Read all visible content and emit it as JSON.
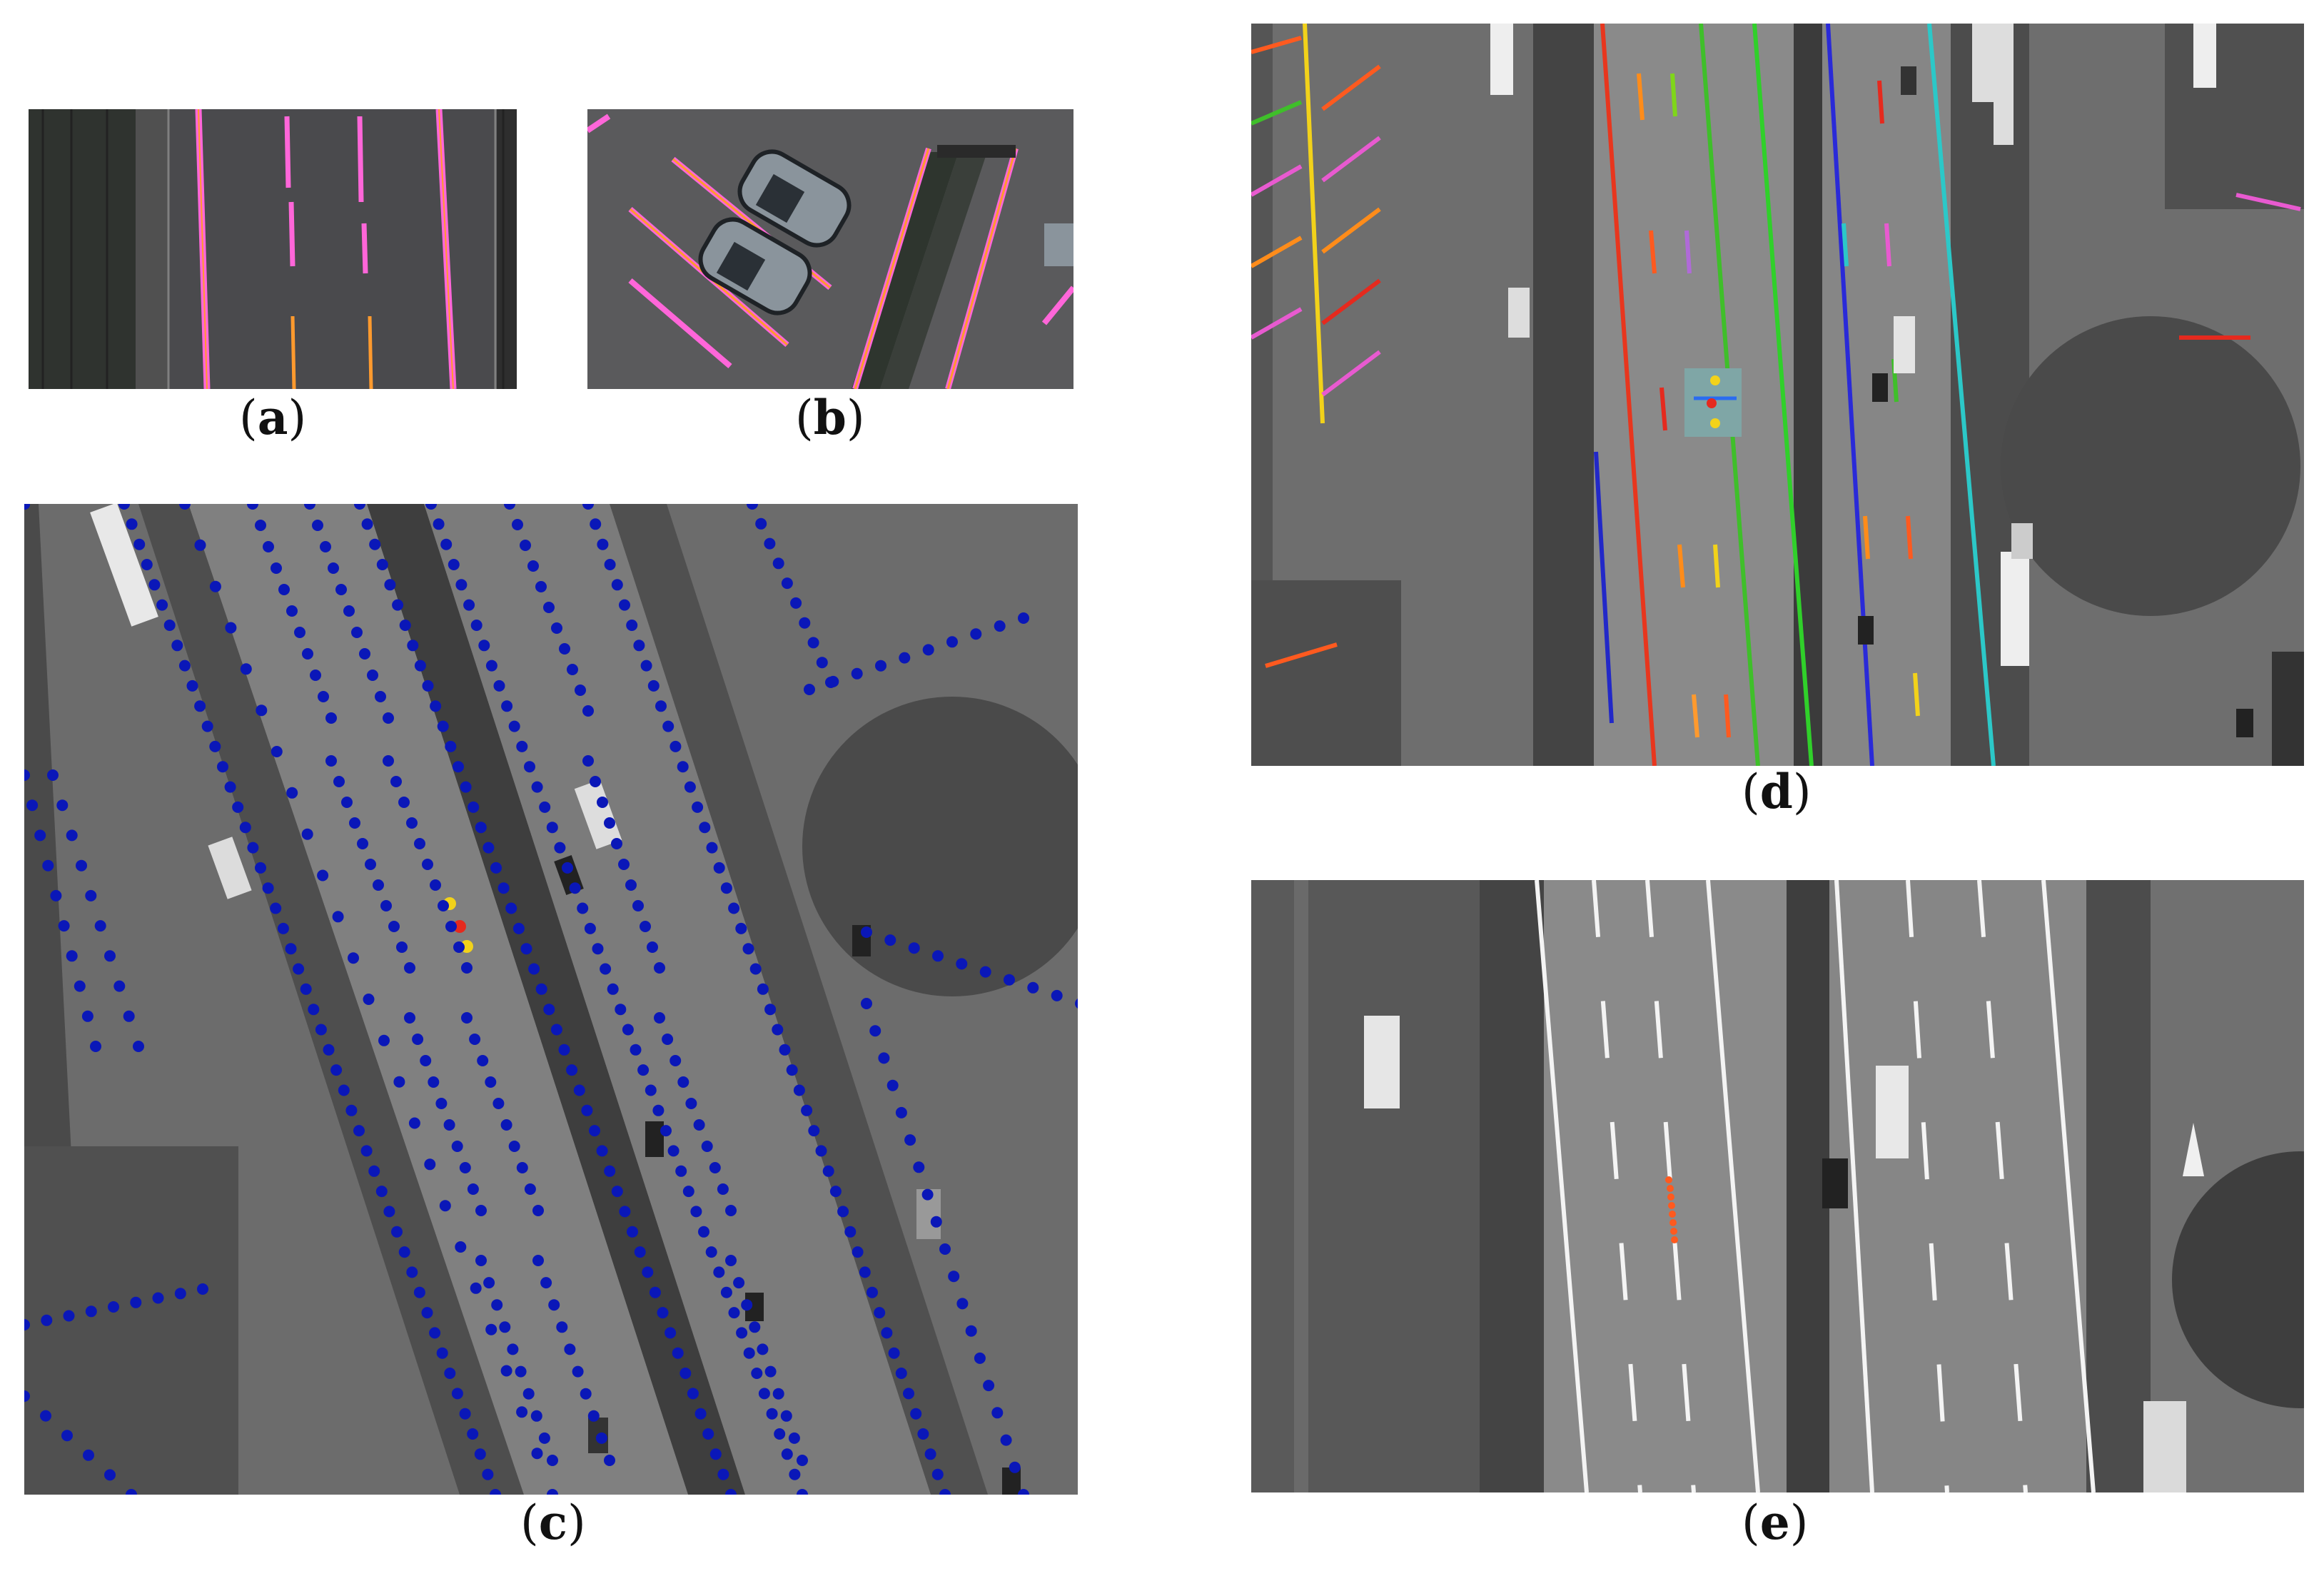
{
  "figure": {
    "panels": [
      {
        "id": "a",
        "label": "a",
        "content": "close-up road lane markings highlighted pink/orange"
      },
      {
        "id": "b",
        "label": "b",
        "content": "close-up parking area markings highlighted pink/orange with parked cars"
      },
      {
        "id": "c",
        "label": "c",
        "content": "aerial highway with blue keypoint dots and red/yellow example points"
      },
      {
        "id": "d",
        "label": "d",
        "content": "aerial highway interchange with multicolor lane-marking segments"
      },
      {
        "id": "e",
        "label": "e",
        "content": "aerial highway grayscale with orange marker dots"
      }
    ]
  },
  "colors": {
    "keypoint": "#0a17b8",
    "highlight_pink": "#ff66d9",
    "highlight_orange": "#ff9a2e",
    "example_red": "#e52a1e",
    "example_yellow": "#f2d21a",
    "marker_orange": "#ff5a1f",
    "road": "#6e6e6e",
    "grass": "#3d3d3d"
  }
}
